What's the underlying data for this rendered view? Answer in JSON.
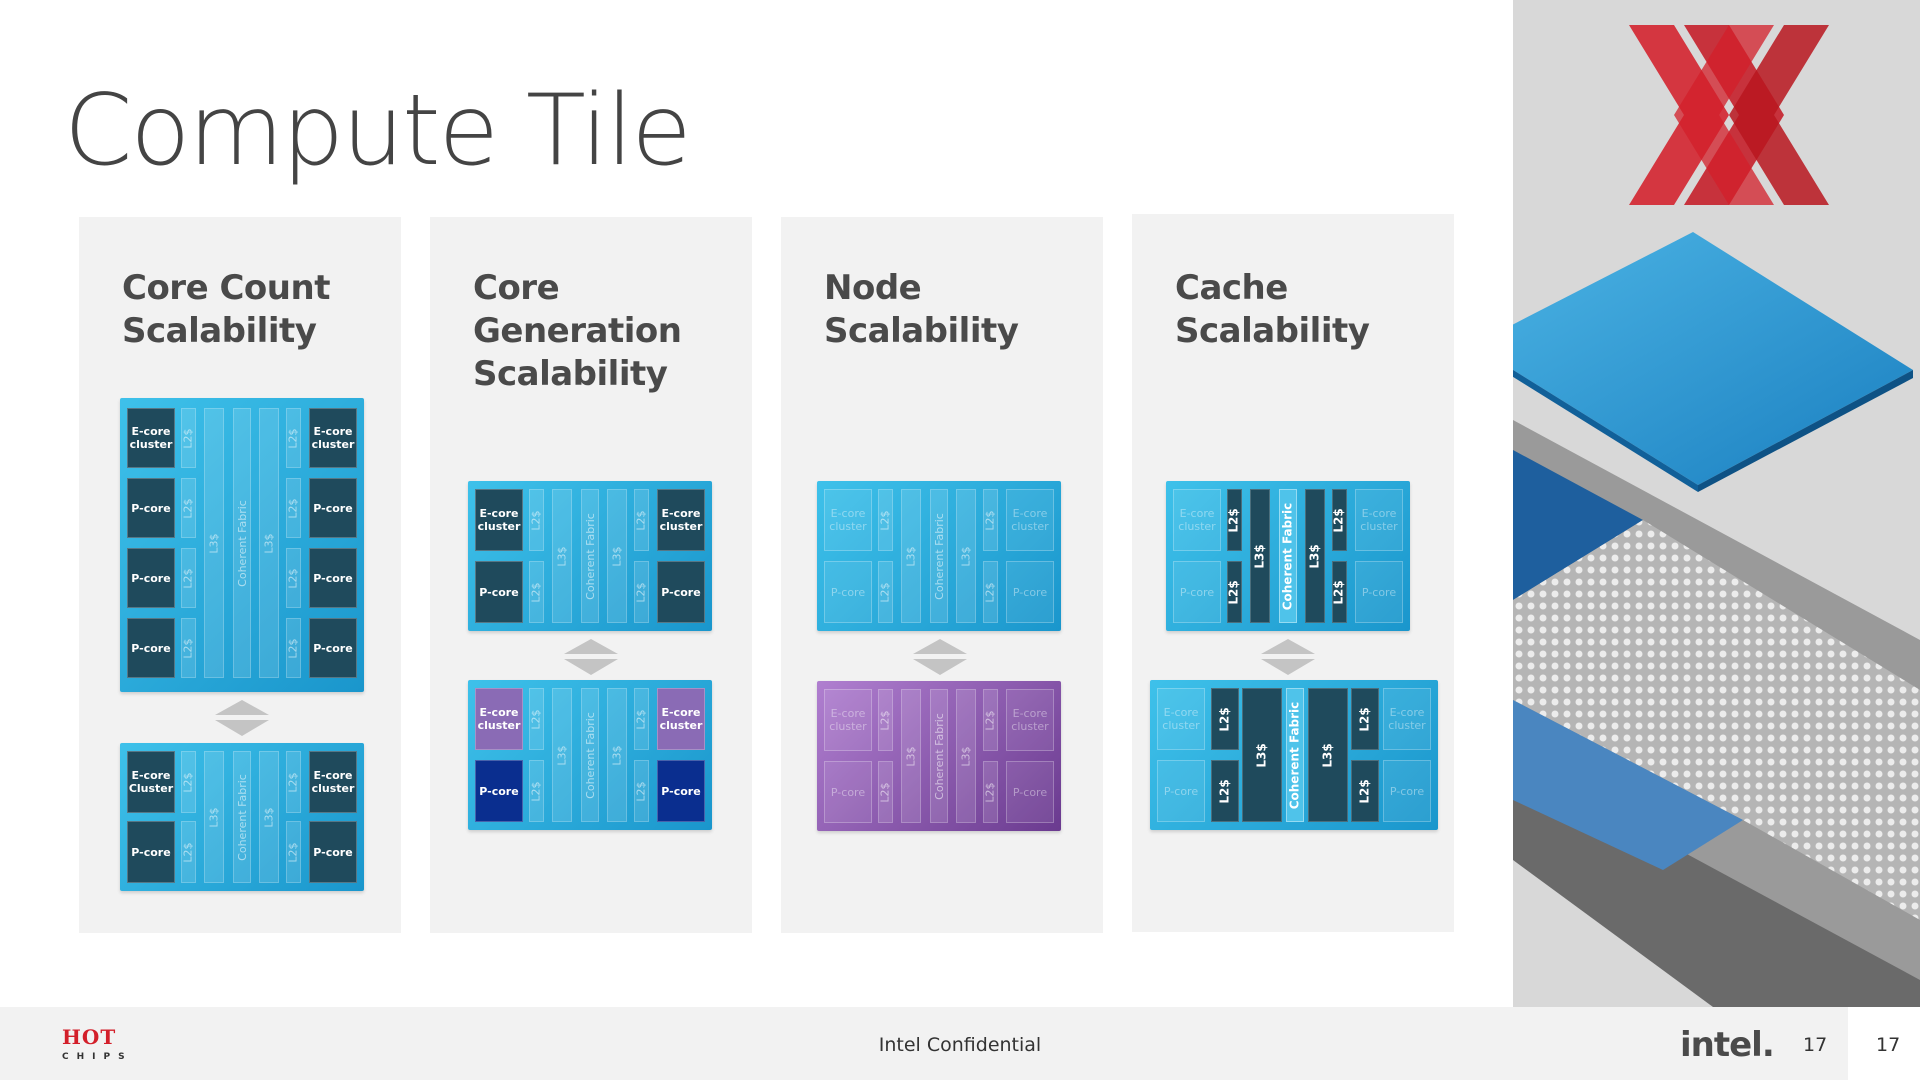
{
  "title": "Compute Tile",
  "panels": [
    {
      "title": "Core Count\nScalability"
    },
    {
      "title": "Core\nGeneration\nScalability"
    },
    {
      "title": "Node\nScalability"
    },
    {
      "title": "Cache\nScalability"
    }
  ],
  "labels": {
    "e_core_cluster": "E-core cluster",
    "e_core_cluster_cap": "E-core Cluster",
    "p_core": "P-core",
    "l2": "L2$",
    "l3": "L3$",
    "fabric": "Coherent Fabric"
  },
  "footer": {
    "confidential": "Intel Confidential",
    "intel_logo": "intel.",
    "page_left": "17",
    "page_right": "17",
    "hotchips_top": "HOT",
    "hotchips_bottom": "CHIPS"
  },
  "colors": {
    "tile_blue": "#2aa8dc",
    "tile_purple": "#8f5aae",
    "dark_core": "#1f4a5c",
    "pcore_dark_blue": "#0a2e8f",
    "logo_red": "#d31f2a"
  }
}
